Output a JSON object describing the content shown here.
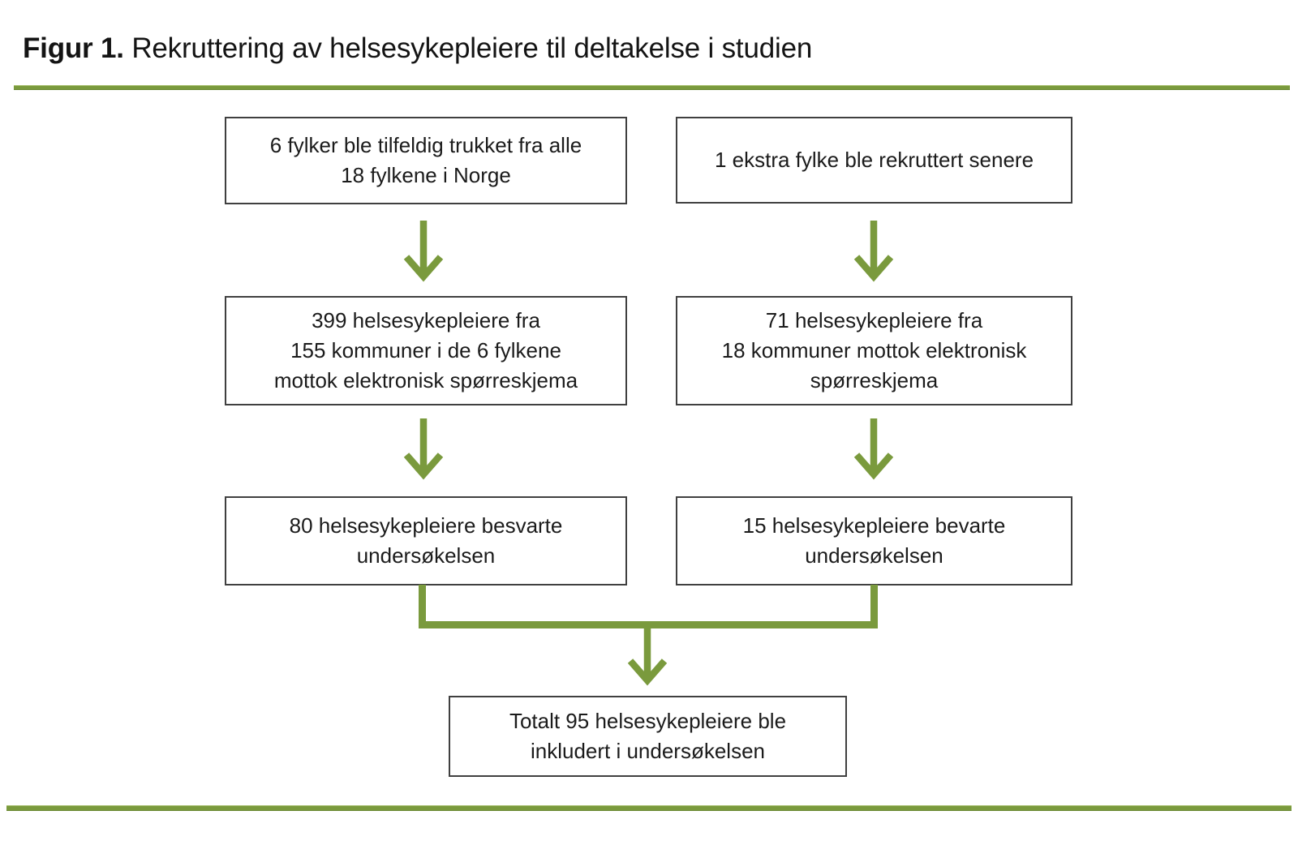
{
  "title": {
    "label": "Figur 1.",
    "text": "Rekruttering av helsesykepleiere til deltakelse i studien"
  },
  "flowchart": {
    "left_column": [
      {
        "lines": [
          "6 fylker ble tilfeldig trukket fra alle",
          "18 fylkene i Norge"
        ]
      },
      {
        "lines": [
          "399 helsesykepleiere fra",
          "155 kommuner i de 6 fylkene",
          "mottok elektronisk spørreskjema"
        ]
      },
      {
        "lines": [
          "80 helsesykepleiere besvarte",
          "undersøkelsen"
        ]
      }
    ],
    "right_column": [
      {
        "lines": [
          "1 ekstra fylke ble rekruttert senere"
        ]
      },
      {
        "lines": [
          "71 helsesykepleiere fra",
          "18 kommuner mottok elektronisk",
          "spørreskjema"
        ]
      },
      {
        "lines": [
          "15 helsesykepleiere bevarte",
          "undersøkelsen"
        ]
      }
    ],
    "total_box": {
      "lines": [
        "Totalt 95 helsesykepleiere ble",
        "inkludert i undersøkelsen"
      ]
    }
  },
  "colors": {
    "accent_green": "#7a9a3d",
    "box_border": "#404040",
    "text": "#1b1b1b"
  }
}
